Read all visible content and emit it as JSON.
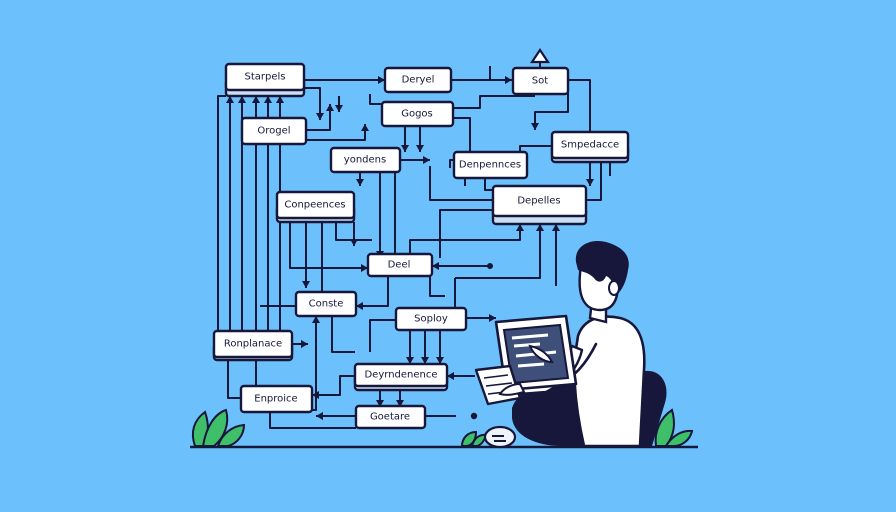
{
  "diagram": {
    "nodes": [
      {
        "id": "n1",
        "label": "Starpels"
      },
      {
        "id": "n2",
        "label": "Deryel"
      },
      {
        "id": "n3",
        "label": "Sot"
      },
      {
        "id": "n4",
        "label": "Gogos"
      },
      {
        "id": "n5",
        "label": "Orogel"
      },
      {
        "id": "n6",
        "label": "Smpedacce"
      },
      {
        "id": "n7",
        "label": "yondens"
      },
      {
        "id": "n8",
        "label": "Denpennces"
      },
      {
        "id": "n9",
        "label": "Conpeences"
      },
      {
        "id": "n10",
        "label": "Depelles"
      },
      {
        "id": "n11",
        "label": "Deel"
      },
      {
        "id": "n12",
        "label": "Conste"
      },
      {
        "id": "n13",
        "label": "Soploy"
      },
      {
        "id": "n14",
        "label": "Ronplanace"
      },
      {
        "id": "n15",
        "label": "Deyrndenence"
      },
      {
        "id": "n16",
        "label": "Enproice"
      },
      {
        "id": "n17",
        "label": "Goetare"
      }
    ]
  },
  "colors": {
    "background": "#6cc0fb",
    "ink": "#16173a",
    "node_fill": "#ffffff",
    "leaf_green": "#3fbf6a"
  }
}
